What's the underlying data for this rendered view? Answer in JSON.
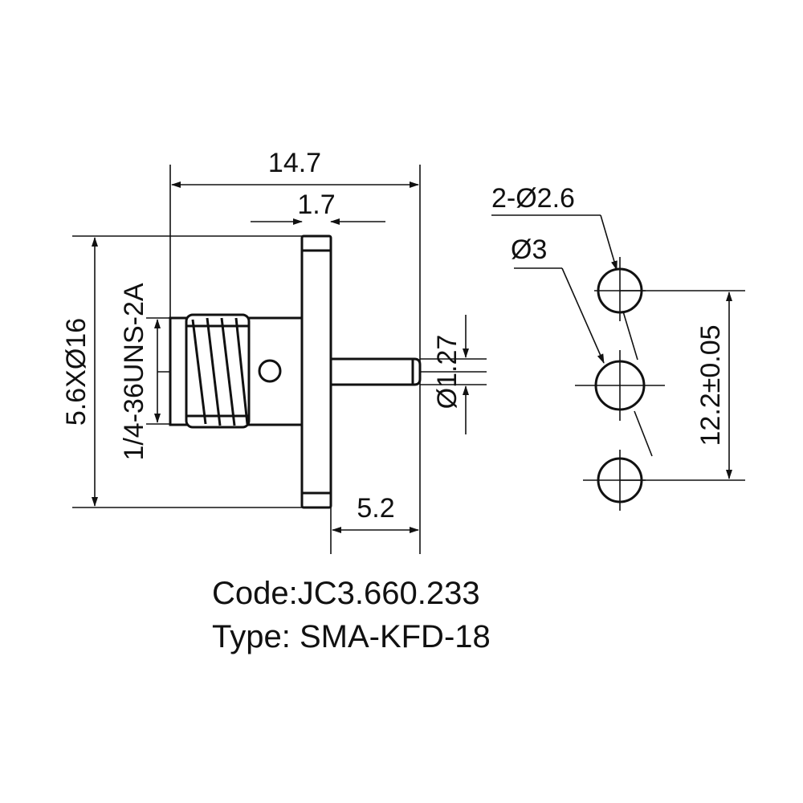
{
  "dimensions": {
    "overall_length": "14.7",
    "flange_thickness": "1.7",
    "flange_size": "5.6XØ16",
    "thread": "1/4-36UNS-2A",
    "pin_diameter": "Ø1.27",
    "pin_length": "5.2",
    "hole_spec": "2-Ø2.6",
    "center_hole": "Ø3",
    "hole_spacing": "12.2±0.05"
  },
  "caption": {
    "code": "Code:JC3.660.233",
    "type": "Type: SMA-KFD-18"
  }
}
